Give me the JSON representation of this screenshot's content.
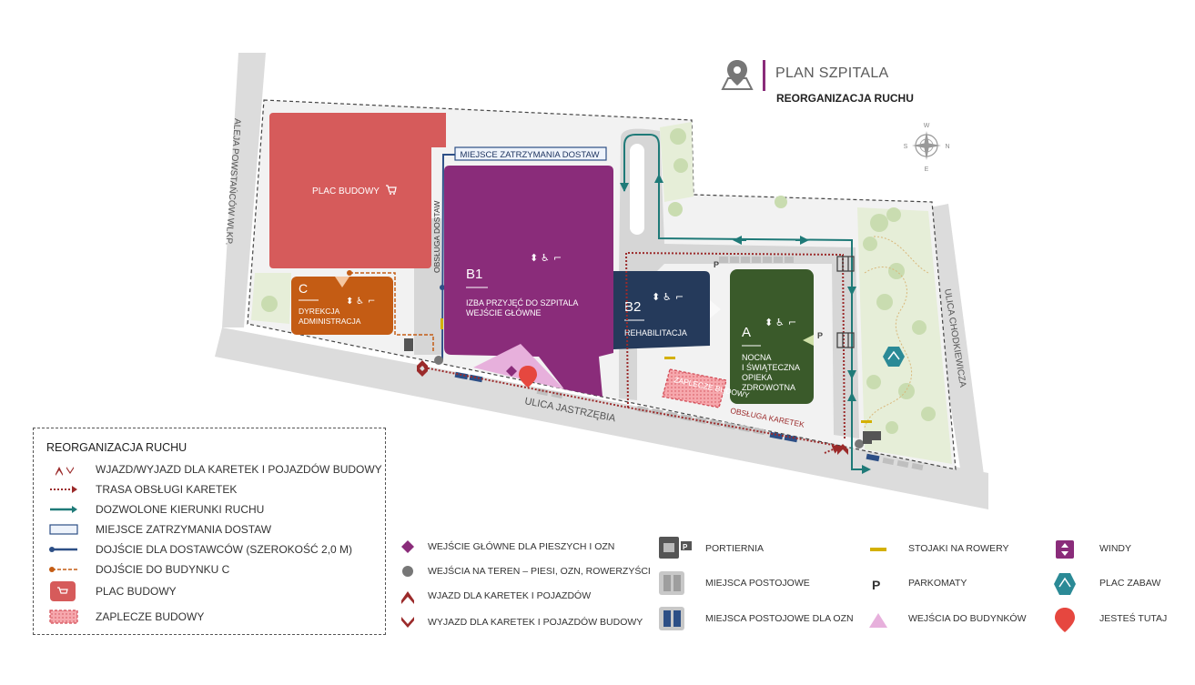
{
  "header": {
    "title": "PLAN SZPITALA",
    "subtitle": "REORGANIZACJA RUCHU"
  },
  "colors": {
    "construction": "#d65b5b",
    "building_b1": "#8a2c7a",
    "building_b2": "#253a5b",
    "building_a": "#3a5a2a",
    "building_c": "#c45c14",
    "ambulance_route": "#9b2a2a",
    "allowed_direction": "#1f7a78",
    "delivery_stop": "#2d4f86",
    "road": "#dcdcdc"
  },
  "streets": {
    "west": "ALEJA POWSTAŃCÓW WLKP.",
    "east": "ULICA CHODKIEWICZA",
    "south": "ULICA JASTRZĘBIA"
  },
  "map": {
    "construction_label": "PLAC BUDOWY",
    "delivery_stop_label": "MIEJSCE ZATRZYMANIA DOSTAW",
    "delivery_service_label": "OBSŁUGA DOSTAW",
    "ambulance_service_label": "OBSŁUGA KARETEK",
    "site_backyard_label": "ZAPLECZE BUDOWY",
    "parking_letter": "P",
    "compass": {
      "n": "W",
      "e": "N",
      "s": "E",
      "w": "S"
    }
  },
  "buildings": {
    "b1": {
      "code": "B1",
      "line1": "IZBA PRZYJĘĆ DO SZPITALA",
      "line2": "WEJŚCIE GŁÓWNE"
    },
    "b2": {
      "code": "B2",
      "line1": "REHABILITACJA"
    },
    "a": {
      "code": "A",
      "line1": "NOCNA",
      "line2": "I ŚWIĄTECZNA",
      "line3": "OPIEKA",
      "line4": "ZDROWOTNA"
    },
    "c": {
      "code": "C",
      "line1": "DYREKCJA",
      "line2": "ADMINISTRACJA"
    }
  },
  "legend_left": {
    "title": "REORGANIZACJA RUCHU",
    "items": [
      {
        "icon": "ambulance-entry-exit-icon",
        "label": "WJAZD/WYJAZD DLA KARETEK I POJAZDÓW BUDOWY"
      },
      {
        "icon": "ambulance-route-icon",
        "label": "TRASA OBSŁUGI KARETEK"
      },
      {
        "icon": "allowed-direction-icon",
        "label": "DOZWOLONE KIERUNKI RUCHU"
      },
      {
        "icon": "delivery-stop-icon",
        "label": "MIEJSCE ZATRZYMANIA DOSTAW"
      },
      {
        "icon": "delivery-path-icon",
        "label": "DOJŚCIE DLA DOSTAWCÓW (SZEROKOŚĆ 2,0 M)"
      },
      {
        "icon": "path-to-c-icon",
        "label": "DOJŚCIE DO BUDYNKU C"
      },
      {
        "icon": "construction-icon",
        "label": "PLAC BUDOWY"
      },
      {
        "icon": "backyard-icon",
        "label": "ZAPLECZE BUDOWY"
      }
    ]
  },
  "legend_keys": {
    "col1": [
      {
        "icon": "main-entrance-diamond-icon",
        "label": "WEJŚCIE GŁÓWNE DLA PIESZYCH I OZN"
      },
      {
        "icon": "site-entrance-dot-icon",
        "label": "WEJŚCIA NA TEREN  – PIESI, OZN, ROWERZYŚCI"
      },
      {
        "icon": "ambulance-entry-icon",
        "label": "WJAZD DLA KARETEK I POJAZDÓW"
      },
      {
        "icon": "ambulance-exit-icon",
        "label": "WYJAZD DLA KARETEK I POJAZDÓW BUDOWY"
      }
    ],
    "col2": [
      {
        "icon": "reception-icon",
        "label": "PORTIERNIA"
      },
      {
        "icon": "parking-spaces-icon",
        "label": "MIEJSCA POSTOJOWE"
      },
      {
        "icon": "disabled-parking-icon",
        "label": "MIEJSCA POSTOJOWE DLA OZN"
      }
    ],
    "col3": [
      {
        "icon": "bike-rack-icon",
        "label": "STOJAKI NA ROWERY"
      },
      {
        "icon": "parking-meter-icon",
        "label": "PARKOMATY"
      },
      {
        "icon": "building-entrance-icon",
        "label": "WEJŚCIA DO BUDYNKÓW"
      }
    ],
    "col4": [
      {
        "icon": "elevator-icon",
        "label": "WINDY"
      },
      {
        "icon": "playground-icon",
        "label": "PLAC ZABAW"
      },
      {
        "icon": "you-are-here-icon",
        "label": "JESTEŚ TUTAJ"
      }
    ]
  }
}
